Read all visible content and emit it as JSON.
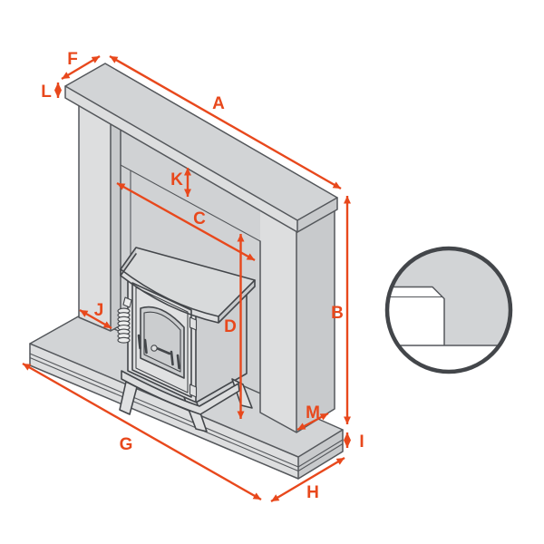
{
  "colors": {
    "accent": "#E8481C",
    "ink": "#54575B",
    "ink_dark": "#43464A",
    "fill_top": "#D2D4D6",
    "fill_front": "#DDDEDF",
    "fill_side": "#C8CACC",
    "fill_panel": "#D0D2D4",
    "stove_face": "#E0E1E2",
    "stove_side": "#CDCFD1",
    "stove_top": "#D8DADB",
    "window_pane": "#CBCDCF",
    "coil_fill": "#ECEDED",
    "white": "#FFFFFF"
  },
  "labels": {
    "A": "A",
    "B": "B",
    "C": "C",
    "D": "D",
    "F": "F",
    "G": "G",
    "H": "H",
    "I": "I",
    "J": "J",
    "K": "K",
    "L": "L",
    "M": "M"
  }
}
